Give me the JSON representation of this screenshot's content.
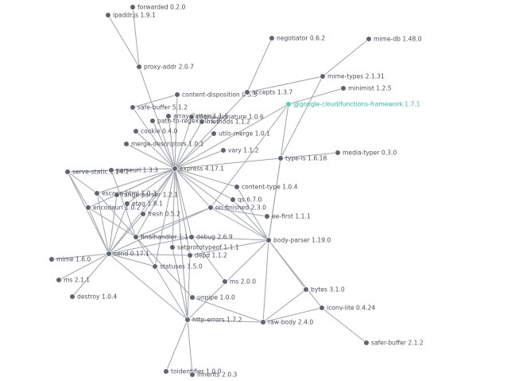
{
  "colors": {
    "node": "#5f6470",
    "root": "#4fd3b5",
    "root_label": "#2fbf9d",
    "edge": "#9ea3ab",
    "label": "#4a4f58"
  },
  "root": "functions-framework",
  "nodes": [
    {
      "id": "forwarded",
      "label": "forwarded 0.2.0"
    },
    {
      "id": "ipaddr",
      "label": "ipaddr.js 1.9.1"
    },
    {
      "id": "negotiator",
      "label": "negotiator 0.6.2"
    },
    {
      "id": "mime-db",
      "label": "mime-db 1.48.0"
    },
    {
      "id": "proxy-addr",
      "label": "proxy-addr 2.0.7"
    },
    {
      "id": "mime-types",
      "label": "mime-types 2.1.31"
    },
    {
      "id": "minimist",
      "label": "minimist 1.2.5"
    },
    {
      "id": "content-disposition",
      "label": "content-disposition 0.5.3"
    },
    {
      "id": "accepts",
      "label": "accepts 1.3.7"
    },
    {
      "id": "functions-framework",
      "label": "@google-cloud/functions-framework 1.7.1"
    },
    {
      "id": "safe-buffer",
      "label": "safe-buffer 5.1.2"
    },
    {
      "id": "array-flatten",
      "label": "array-flatten 1.1.1"
    },
    {
      "id": "cookie-signature",
      "label": "cookie-signature 1.0.6"
    },
    {
      "id": "path-to-regexp",
      "label": "path-to-regexp 0.1.7"
    },
    {
      "id": "methods",
      "label": "methods 1.1.2"
    },
    {
      "id": "cookie",
      "label": "cookie 0.4.0"
    },
    {
      "id": "utils-merge",
      "label": "utils-merge 1.0.1"
    },
    {
      "id": "merge-descriptors",
      "label": "merge-descriptors 1.0.1"
    },
    {
      "id": "vary",
      "label": "vary 1.1.2"
    },
    {
      "id": "type-is",
      "label": "type-is 1.6.18"
    },
    {
      "id": "media-typer",
      "label": "media-typer 0.3.0"
    },
    {
      "id": "serve-static",
      "label": "serve-static 1.14.1"
    },
    {
      "id": "parseurl",
      "label": "parseurl 1.3.3"
    },
    {
      "id": "express",
      "label": "express 4.17.1"
    },
    {
      "id": "content-type",
      "label": "content-type 1.0.4"
    },
    {
      "id": "escape-html",
      "label": "escape-html 1.0.3"
    },
    {
      "id": "range-parser",
      "label": "range-parser 1.2.1"
    },
    {
      "id": "etag",
      "label": "etag 1.8.1"
    },
    {
      "id": "qs",
      "label": "qs 6.7.0"
    },
    {
      "id": "encodeurl",
      "label": "encodeurl 1.0.2"
    },
    {
      "id": "on-finished",
      "label": "on-finished 2.3.0"
    },
    {
      "id": "fresh",
      "label": "fresh 0.5.2"
    },
    {
      "id": "ee-first",
      "label": "ee-first 1.1.1"
    },
    {
      "id": "finalhandler",
      "label": "finalhandler 1.1.2"
    },
    {
      "id": "debug",
      "label": "debug 2.6.9"
    },
    {
      "id": "body-parser",
      "label": "body-parser 1.19.0"
    },
    {
      "id": "setprototypeof",
      "label": "setprototypeof 1.1.1"
    },
    {
      "id": "send",
      "label": "send 0.17.1"
    },
    {
      "id": "depd",
      "label": "depd 1.1.2"
    },
    {
      "id": "mime",
      "label": "mime 1.6.0"
    },
    {
      "id": "statuses",
      "label": "statuses 1.5.0"
    },
    {
      "id": "ms-211",
      "label": "ms 2.1.1"
    },
    {
      "id": "ms-200",
      "label": "ms 2.0.0"
    },
    {
      "id": "bytes",
      "label": "bytes 3.1.0"
    },
    {
      "id": "destroy",
      "label": "destroy 1.0.4"
    },
    {
      "id": "unpipe",
      "label": "unpipe 1.0.0"
    },
    {
      "id": "iconv-lite",
      "label": "iconv-lite 0.4.24"
    },
    {
      "id": "http-errors",
      "label": "http-errors 1.7.2"
    },
    {
      "id": "raw-body",
      "label": "raw-body 2.4.0"
    },
    {
      "id": "safer-buffer",
      "label": "safer-buffer 2.1.2"
    },
    {
      "id": "toidentifier",
      "label": "toidentifier 1.0.0"
    },
    {
      "id": "inherits",
      "label": "inherits 2.0.3"
    }
  ],
  "edges": [
    [
      "functions-framework",
      "express"
    ],
    [
      "functions-framework",
      "body-parser"
    ],
    [
      "functions-framework",
      "minimist"
    ],
    [
      "functions-framework",
      "on-finished"
    ],
    [
      "express",
      "accepts"
    ],
    [
      "express",
      "array-flatten"
    ],
    [
      "express",
      "body-parser"
    ],
    [
      "express",
      "content-disposition"
    ],
    [
      "express",
      "content-type"
    ],
    [
      "express",
      "cookie"
    ],
    [
      "express",
      "cookie-signature"
    ],
    [
      "express",
      "debug"
    ],
    [
      "express",
      "depd"
    ],
    [
      "express",
      "encodeurl"
    ],
    [
      "express",
      "escape-html"
    ],
    [
      "express",
      "etag"
    ],
    [
      "express",
      "finalhandler"
    ],
    [
      "express",
      "fresh"
    ],
    [
      "express",
      "merge-descriptors"
    ],
    [
      "express",
      "methods"
    ],
    [
      "express",
      "on-finished"
    ],
    [
      "express",
      "parseurl"
    ],
    [
      "express",
      "path-to-regexp"
    ],
    [
      "express",
      "proxy-addr"
    ],
    [
      "express",
      "qs"
    ],
    [
      "express",
      "range-parser"
    ],
    [
      "express",
      "safe-buffer"
    ],
    [
      "express",
      "send"
    ],
    [
      "express",
      "serve-static"
    ],
    [
      "express",
      "setprototypeof"
    ],
    [
      "express",
      "statuses"
    ],
    [
      "express",
      "type-is"
    ],
    [
      "express",
      "utils-merge"
    ],
    [
      "express",
      "vary"
    ],
    [
      "express",
      "http-errors"
    ],
    [
      "proxy-addr",
      "forwarded"
    ],
    [
      "proxy-addr",
      "ipaddr"
    ],
    [
      "accepts",
      "mime-types"
    ],
    [
      "accepts",
      "negotiator"
    ],
    [
      "mime-types",
      "mime-db"
    ],
    [
      "content-disposition",
      "safe-buffer"
    ],
    [
      "type-is",
      "media-typer"
    ],
    [
      "type-is",
      "mime-types"
    ],
    [
      "on-finished",
      "ee-first"
    ],
    [
      "body-parser",
      "bytes"
    ],
    [
      "body-parser",
      "content-type"
    ],
    [
      "body-parser",
      "debug"
    ],
    [
      "body-parser",
      "depd"
    ],
    [
      "body-parser",
      "http-errors"
    ],
    [
      "body-parser",
      "iconv-lite"
    ],
    [
      "body-parser",
      "on-finished"
    ],
    [
      "body-parser",
      "qs"
    ],
    [
      "body-parser",
      "raw-body"
    ],
    [
      "body-parser",
      "type-is"
    ],
    [
      "finalhandler",
      "debug"
    ],
    [
      "finalhandler",
      "encodeurl"
    ],
    [
      "finalhandler",
      "escape-html"
    ],
    [
      "finalhandler",
      "on-finished"
    ],
    [
      "finalhandler",
      "parseurl"
    ],
    [
      "finalhandler",
      "statuses"
    ],
    [
      "finalhandler",
      "unpipe"
    ],
    [
      "serve-static",
      "encodeurl"
    ],
    [
      "serve-static",
      "escape-html"
    ],
    [
      "serve-static",
      "parseurl"
    ],
    [
      "serve-static",
      "send"
    ],
    [
      "send",
      "debug"
    ],
    [
      "send",
      "depd"
    ],
    [
      "send",
      "destroy"
    ],
    [
      "send",
      "encodeurl"
    ],
    [
      "send",
      "escape-html"
    ],
    [
      "send",
      "etag"
    ],
    [
      "send",
      "fresh"
    ],
    [
      "send",
      "http-errors"
    ],
    [
      "send",
      "mime"
    ],
    [
      "send",
      "ms-211"
    ],
    [
      "send",
      "on-finished"
    ],
    [
      "send",
      "range-parser"
    ],
    [
      "send",
      "statuses"
    ],
    [
      "debug",
      "ms-200"
    ],
    [
      "http-errors",
      "depd"
    ],
    [
      "http-errors",
      "inherits"
    ],
    [
      "http-errors",
      "setprototypeof"
    ],
    [
      "http-errors",
      "statuses"
    ],
    [
      "http-errors",
      "toidentifier"
    ],
    [
      "raw-body",
      "bytes"
    ],
    [
      "raw-body",
      "http-errors"
    ],
    [
      "raw-body",
      "iconv-lite"
    ],
    [
      "raw-body",
      "unpipe"
    ],
    [
      "iconv-lite",
      "safer-buffer"
    ]
  ]
}
